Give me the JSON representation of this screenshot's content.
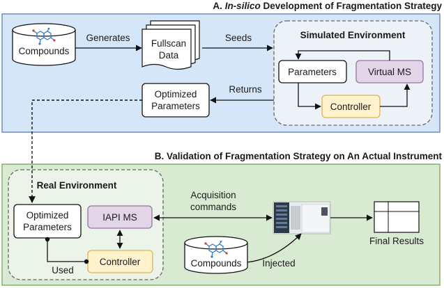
{
  "panel_a": {
    "title_prefix": "A. ",
    "title_italic": "In-silico",
    "title_suffix": " Development of Fragmentation Strategy",
    "compounds": "Compounds",
    "generates": "Generates",
    "fullscan_line1": "Fullscan",
    "fullscan_line2": "Data",
    "seeds": "Seeds",
    "sim_env_title": "Simulated Environment",
    "parameters": "Parameters",
    "virtual_ms": "Virtual MS",
    "controller": "Controller",
    "returns": "Returns",
    "optimized_line1": "Optimized",
    "optimized_line2": "Parameters"
  },
  "panel_b": {
    "title": "B. Validation of Fragmentation Strategy on An Actual Instrument",
    "real_env_title": "Real Environment",
    "optimized_line1": "Optimized",
    "optimized_line2": "Parameters",
    "iapi_ms": "IAPI MS",
    "controller": "Controller",
    "used": "Used",
    "acq_line1": "Acquisition",
    "acq_line2": "commands",
    "compounds": "Compounds",
    "injected": "Injected",
    "final_results": "Final Results"
  },
  "colors": {
    "panel_a_fill": "#d6e6f9",
    "panel_a_border": "#6c8ebf",
    "panel_b_fill": "#d9ead3",
    "panel_b_border": "#82b366",
    "virtual_ms_fill": "#e1d5e7",
    "virtual_ms_border": "#9673a6",
    "controller_fill": "#fff2cc",
    "controller_border": "#d6b656",
    "molecule": "#2f7dd1"
  },
  "icons": {
    "molecule": "molecule-icon",
    "instrument": "mass-spectrometer-icon",
    "results": "results-table-icon"
  }
}
